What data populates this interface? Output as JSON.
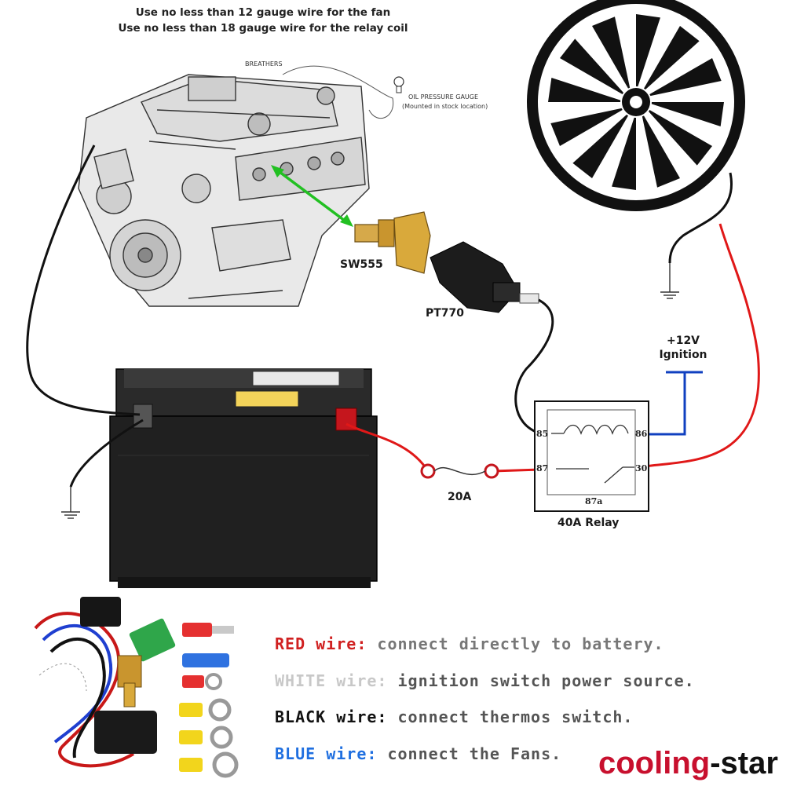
{
  "notes": {
    "line1": "Use no less than 12 gauge wire for the fan",
    "line2": "Use no less than 18 gauge wire for the relay coil"
  },
  "engine": {
    "breathers": "BREATHERS",
    "gauge": "OIL PRESSURE GAUGE",
    "gauge_note": "(Mounted in stock location)"
  },
  "parts": {
    "sensor": "SW555",
    "connector": "PT770",
    "fuse": "20A",
    "relay": "40A Relay",
    "ignition_line1": "+12V",
    "ignition_line2": "Ignition"
  },
  "relay_pins": {
    "p85": "85",
    "p86": "86",
    "p87": "87",
    "p30": "30",
    "p87a": "87a"
  },
  "legend": [
    {
      "key": "RED wire:",
      "text": " connect directly to battery.",
      "color": "#d02020"
    },
    {
      "key": "WHITE wire:",
      "text": " ignition switch power source.",
      "color": "#c8c8c8"
    },
    {
      "key": "BLACK wire:",
      "text": " connect thermos switch.",
      "color": "#111111"
    },
    {
      "key": "BLUE wire:",
      "text": " connect the Fans.",
      "color": "#1f6fe0"
    }
  ],
  "brand": {
    "part1": "cooling",
    "part2": "-star",
    "color1": "#c8102e",
    "color2": "#111111"
  },
  "colors": {
    "red_wire": "#e01818",
    "black_wire": "#111111",
    "blue_wire": "#1040c0",
    "green_arrow": "#22c022"
  }
}
